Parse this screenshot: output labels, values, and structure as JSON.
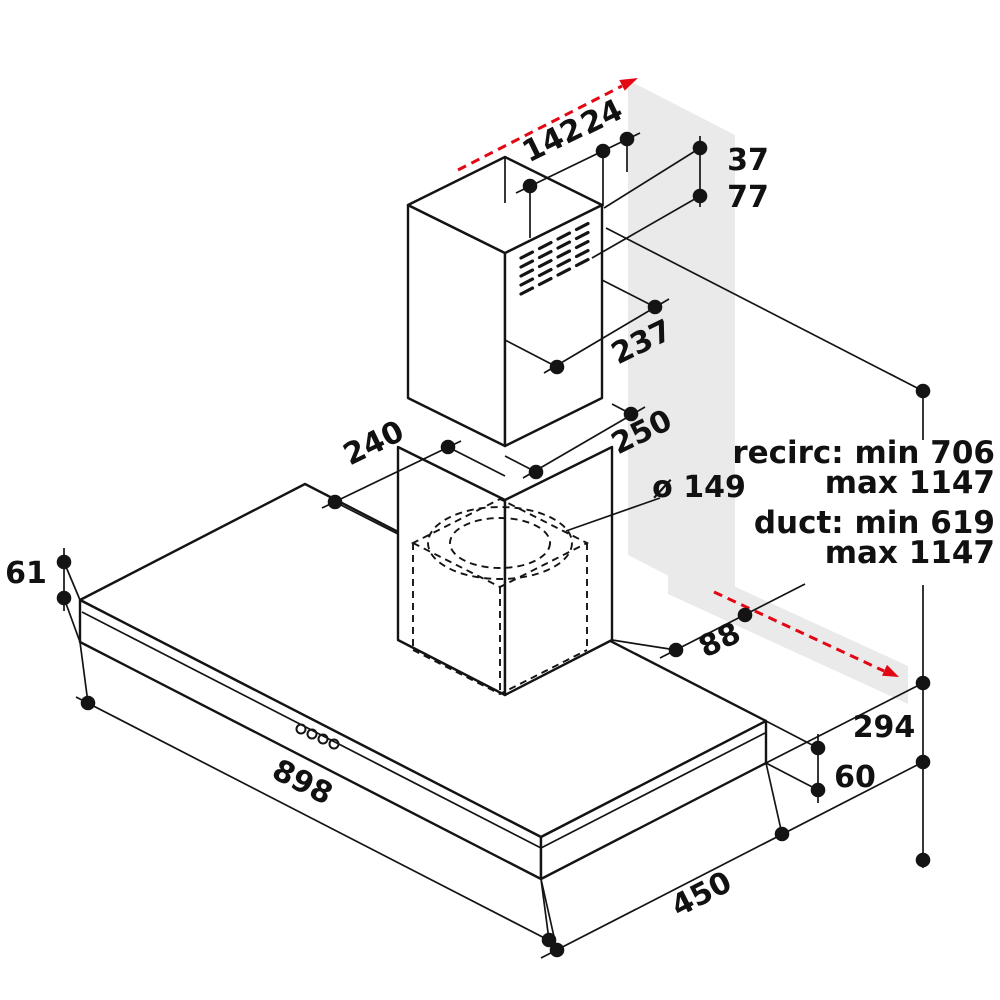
{
  "diagram": {
    "type": "technical-drawing",
    "subject": "chimney cooker hood installation dimensions (mm)",
    "dims": {
      "d142": "142",
      "d24": "24",
      "d37": "37",
      "d77": "77",
      "d237": "237",
      "d250": "250",
      "d240": "240",
      "d149": "ø 149",
      "d88": "88",
      "d294": "294",
      "d60": "60",
      "d61": "61",
      "d898": "898",
      "d450": "450"
    },
    "notes": {
      "recirc_min": "recirc: min 706",
      "recirc_max": "max 1147",
      "duct_min": "duct: min 619",
      "duct_max": "max 1147"
    },
    "colors": {
      "accent_red": "#e30613",
      "line": "#141414",
      "shade": "#eaeaea"
    }
  }
}
